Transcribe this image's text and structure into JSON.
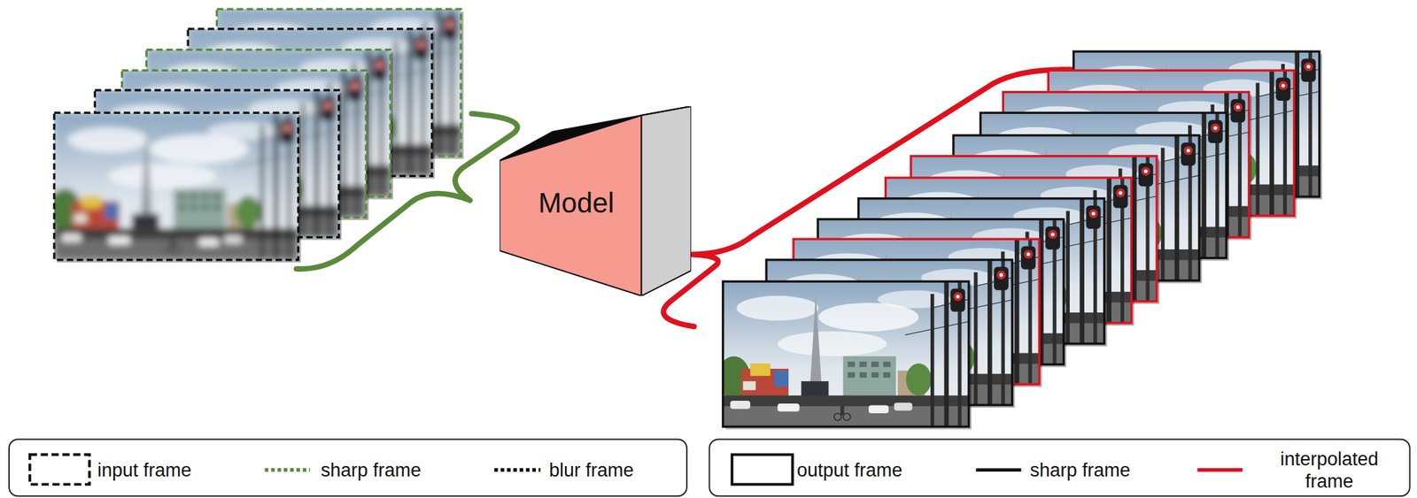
{
  "diagram": {
    "nodes": [
      {
        "text": [
          "Model"
        ]
      }
    ],
    "legend": [
      {
        "text": "input frame"
      },
      {
        "text": "sharp frame"
      },
      {
        "text": "blur frame"
      },
      {
        "text": "output frame"
      },
      {
        "text": "sharp frame"
      },
      {
        "text": "interpolated frame"
      }
    ]
  }
}
